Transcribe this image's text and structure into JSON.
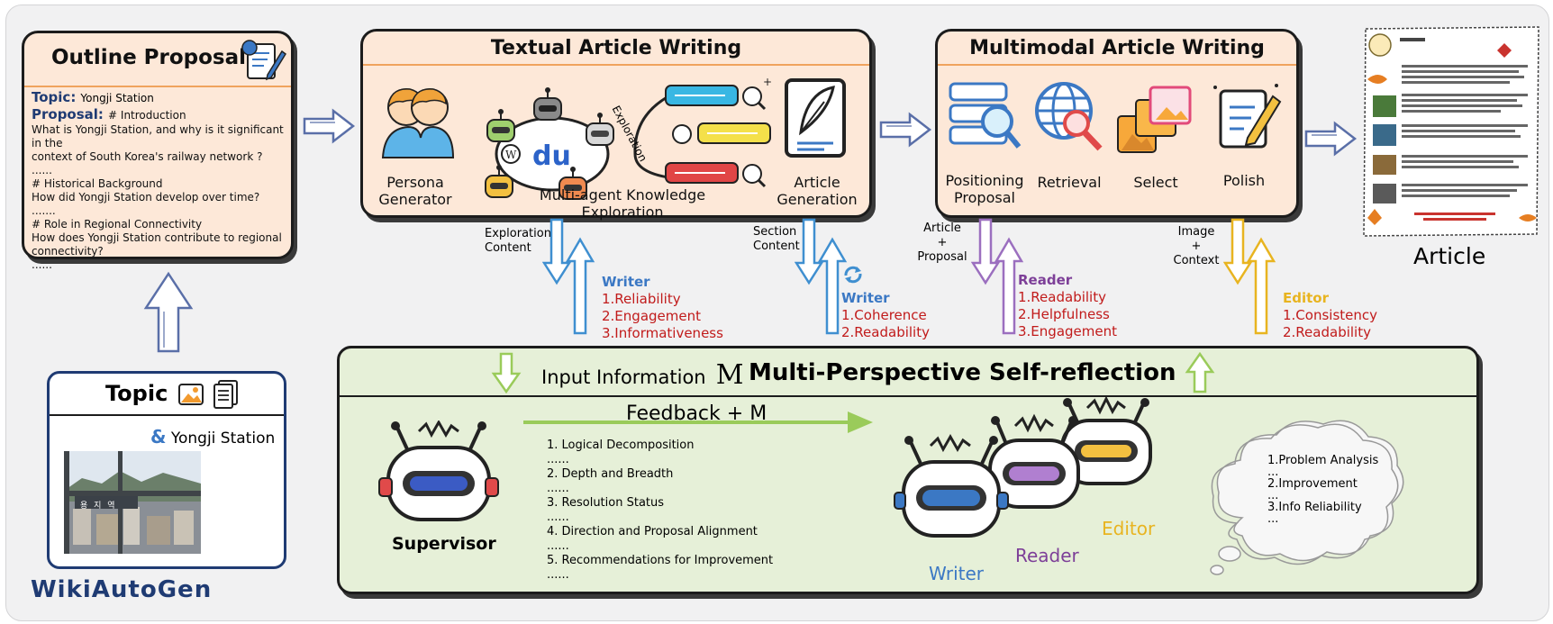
{
  "outline": {
    "title": "Outline Proposal",
    "topic_label": "Topic:",
    "topic_value": "Yongji Station",
    "proposal_label": "Proposal:",
    "lines": [
      "# Introduction",
      "What is Yongji Station, and why is it significant in the",
      "context of South Korea's railway network ?",
      "......",
      "# Historical Background",
      "How did Yongji Station develop over time?",
      ".......",
      "# Role in Regional Connectivity",
      "How does Yongji Station contribute to regional",
      "connectivity?",
      "......"
    ]
  },
  "topic": {
    "title": "Topic",
    "amp": "&",
    "value": "Yongji Station",
    "photo_sign": "용 지 역"
  },
  "brand": "WikiAutoGen",
  "textual": {
    "title": "Textual Article Writing",
    "persona": "Persona\nGenerator",
    "mak": "Multi-agent Knowledge Exploration",
    "exploration": "Exploration",
    "article_gen": "Article\nGeneration"
  },
  "multimodal": {
    "title": "Multimodal Article Writing",
    "items": [
      "Positioning\nProposal",
      "Retrieval",
      "Select",
      "Polish"
    ]
  },
  "article": {
    "label": "Article"
  },
  "flows": {
    "exploration_content": "Exploration\nContent",
    "section_content": "Section\nContent",
    "article_proposal": "Article\n+\nProposal",
    "image_context": "Image\n+\nContext"
  },
  "criteria": [
    {
      "title": "Writer",
      "color": "#3b78c4",
      "items": [
        "1.Reliability",
        "2.Engagement",
        "3.Informativeness"
      ]
    },
    {
      "title": "Writer",
      "color": "#3b78c4",
      "items": [
        "1.Coherence",
        "2.Readability"
      ]
    },
    {
      "title": "Reader",
      "color": "#7d3f98",
      "items": [
        "1.Readability",
        "2.Helpfulness",
        "3.Engagement"
      ]
    },
    {
      "title": "Editor",
      "color": "#e8b420",
      "items": [
        "1.Consistency",
        "2.Readability"
      ]
    }
  ],
  "reflection": {
    "input_info": "Input Information",
    "m_symbol": "M",
    "title": "Multi-Perspective Self-reflection",
    "feedback": "Feedback + M",
    "supervisor": "Supervisor",
    "steps": [
      "1. Logical Decomposition",
      "......",
      "2. Depth and Breadth",
      "......",
      "3. Resolution Status",
      "......",
      "4. Direction and Proposal Alignment",
      "......",
      "5. Recommendations for Improvement",
      "......"
    ],
    "writer": "Writer",
    "reader": "Reader",
    "editor": "Editor",
    "cloud": [
      "1.Problem Analysis",
      "...",
      "2.Improvement",
      "...",
      "3.Info Reliability",
      "..."
    ]
  },
  "colors": {
    "peach": "#fde8d8",
    "green": "#e6f0d8",
    "orange_line": "#f0a35d",
    "writer": "#3b78c4",
    "reader": "#7d3f98",
    "editor": "#e8b420",
    "red": "#c11b1b",
    "brand": "#1f3b73"
  }
}
